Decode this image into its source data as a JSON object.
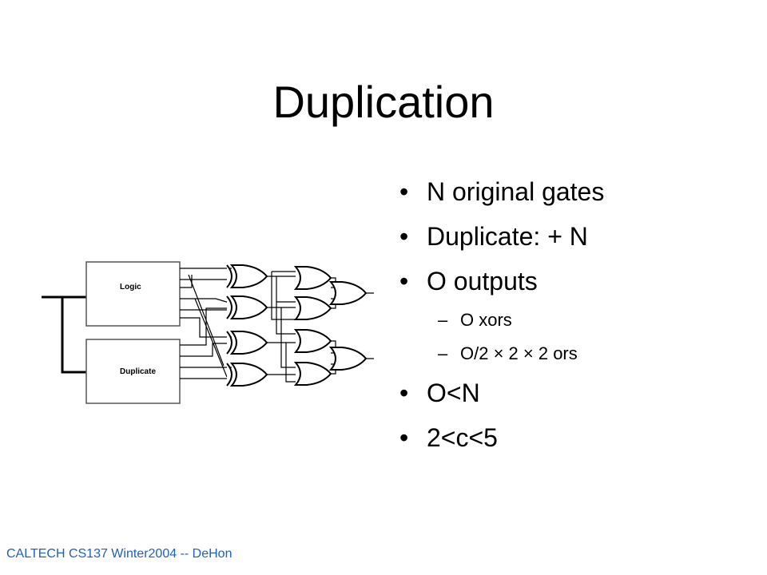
{
  "slide": {
    "title": "Duplication",
    "bullets": [
      {
        "text": "N original gates",
        "level": 1
      },
      {
        "text": "Duplicate: + N",
        "level": 1
      },
      {
        "text": "O outputs",
        "level": 1
      },
      {
        "text": "O xors",
        "level": 2
      },
      {
        "text": "O/2 × 2 × 2 ors",
        "level": 2
      },
      {
        "text": "O<N",
        "level": 1
      },
      {
        "text": "2<c<5",
        "level": 1
      }
    ],
    "footer": "CALTECH CS137 Winter2004 -- DeHon"
  },
  "diagram": {
    "logic_label": "Logic",
    "duplicate_label": "Duplicate"
  }
}
